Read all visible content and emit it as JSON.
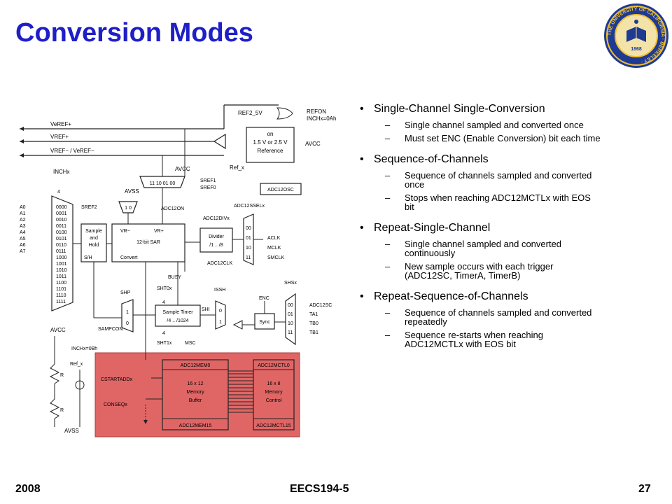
{
  "slide": {
    "title": "Conversion Modes",
    "footer": {
      "left": "2008",
      "center": "EECS194-5",
      "right": "27"
    }
  },
  "bullets": [
    {
      "label": "Single-Channel Single-Conversion",
      "subs": [
        "Single channel sampled and converted once",
        "Must set ENC (Enable Conversion) bit each time"
      ]
    },
    {
      "label": "Sequence-of-Channels",
      "subs": [
        "Sequence of channels sampled and converted once",
        "Stops when reaching ADC12MCTLx with EOS bit"
      ]
    },
    {
      "label": "Repeat-Single-Channel",
      "subs": [
        "Single channel sampled and converted continuously",
        "New sample occurs with each trigger (ADC12SC, TimerA, TimerB)"
      ]
    },
    {
      "label": "Repeat-Sequence-of-Channels",
      "subs": [
        "Sequence of channels sampled and converted repeatedly",
        "Sequence re-starts when reaching ADC12MCTLx with EOS bit"
      ]
    }
  ],
  "seal": {
    "text": "THE UNIVERSITY OF CALIFORNIA · BERKELEY ·",
    "year": "1868",
    "colors": {
      "ring": "#1f3a93",
      "gold": "#f0c030"
    }
  },
  "diagram": {
    "vref_labels": [
      "VeREF+",
      "VREF+",
      "VREF− / VeREF−"
    ],
    "inputs": [
      "A0",
      "A1",
      "A2",
      "A3",
      "A4",
      "A5",
      "A6",
      "A7"
    ],
    "inch_codes": [
      "0000",
      "0001",
      "0010",
      "0011",
      "0100",
      "0101",
      "0110",
      "0111",
      "1000",
      "1001",
      "1010",
      "1011",
      "1100",
      "1101",
      "1110",
      "1111"
    ],
    "inchx": "INCHx",
    "ref2": "REF2_5V",
    "refon": "REFON",
    "inch_0ah": "INCHx=0Ah",
    "ref_box": [
      "on",
      "1.5 V or 2.5 V",
      "Reference"
    ],
    "avcc": "AVCC",
    "avss": "AVSS",
    "ref_x": "Ref_x",
    "sref_bits": "11  10  01  00",
    "sref1": "SREF1",
    "sref0": "SREF0",
    "sref2": "SREF2",
    "mux10": "1   0",
    "adc12on": "ADC12ON",
    "adc12osc": "ADC12OSC",
    "adc12ssel": "ADC12SSELx",
    "adc12div": "ADC12DIVx",
    "divider": [
      "Divider",
      "/1 .. /8"
    ],
    "clk_codes": [
      "00",
      "01",
      "10",
      "11"
    ],
    "clk_names": [
      "ACLK",
      "MCLK",
      "SMCLK"
    ],
    "adc12clk": "ADC12CLK",
    "sample_hold": [
      "Sample",
      "and",
      "Hold"
    ],
    "sh": "S/H",
    "sar": [
      "VR−",
      "VR+",
      "12-bit SAR"
    ],
    "convert": "Convert",
    "busy": "BUSY",
    "shp": "SHP",
    "sht0": "SHT0x",
    "sht1": "SHT1x",
    "timer": [
      "Sample Timer",
      "/4 .. /1024"
    ],
    "shi": "SHI",
    "issh": "ISSH",
    "enc": "ENC",
    "sync": "Sync",
    "shs": "SHSx",
    "shs_codes": [
      "00",
      "01",
      "10",
      "11"
    ],
    "shs_names": [
      "ADC12SC",
      "TA1",
      "TB0",
      "TB1"
    ],
    "sampcon": "SAMPCON",
    "msc": "MSC",
    "inch_0bh": "INCHx=0Bh",
    "r": "R",
    "cstart": "CSTARTADDx",
    "conseq": "CONSEQx",
    "mem": [
      "ADC12MEM0",
      "16 x 12",
      "Memory",
      "Buffer",
      "ADC12MEM15"
    ],
    "mctl": [
      "ADC12MCTL0",
      "16 x 8",
      "Memory",
      "Control",
      "ADC12MCTL15"
    ],
    "mux_labels": [
      "1",
      "0"
    ],
    "four": "4",
    "colors": {
      "highlight": "#e06666",
      "line": "#222222"
    }
  }
}
